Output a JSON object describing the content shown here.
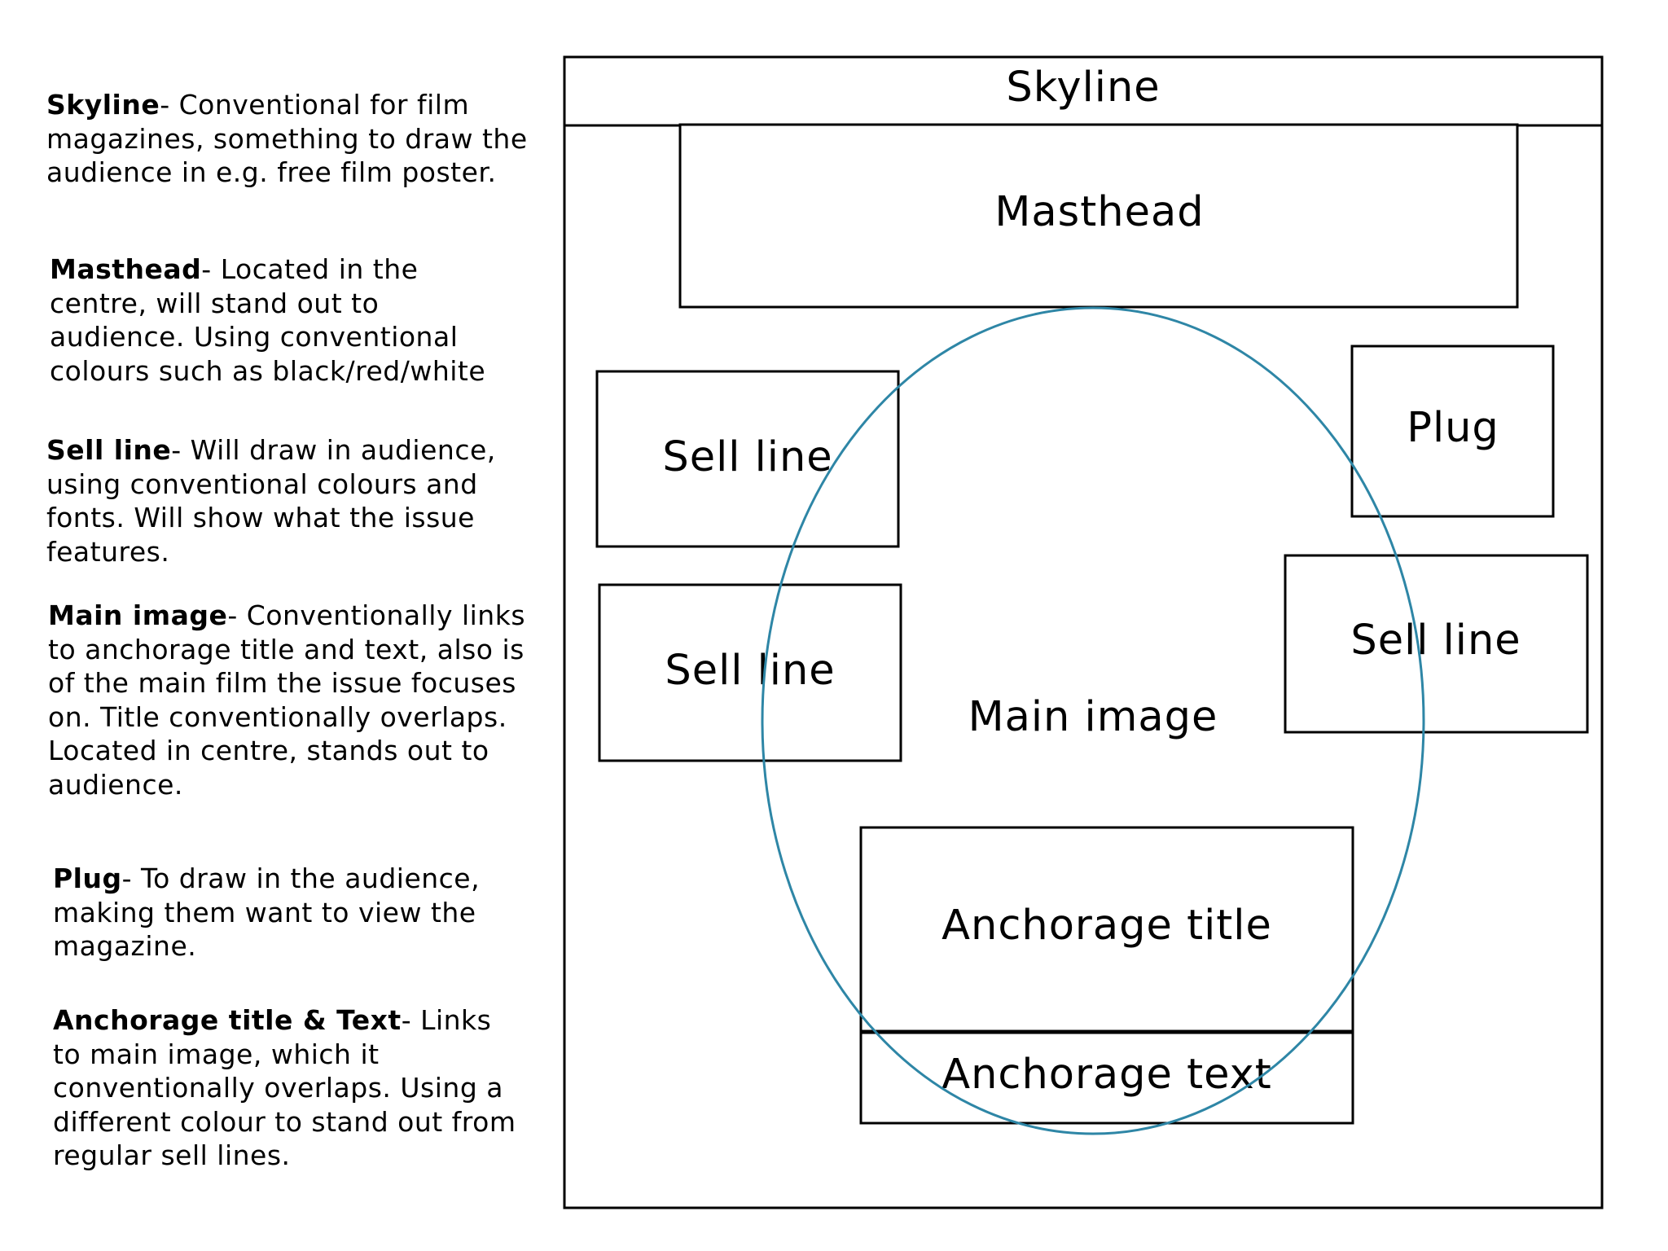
{
  "notes": [
    {
      "term": "Skyline",
      "text": "- Conventional for film magazines, something to draw the audience in e.g. free film poster."
    },
    {
      "term": "Masthead",
      "text": "- Located in the centre, will stand out to audience. Using conventional colours such as black/red/white"
    },
    {
      "term": "Sell line",
      "text": "- Will draw in audience, using conventional colours and fonts. Will show what the issue features."
    },
    {
      "term": "Main image",
      "text": "- Conventionally links to anchorage title and text, also is of the main film the issue focuses on. Title conventionally overlaps. Located in centre, stands out to audience."
    },
    {
      "term": "Plug",
      "text": "- To draw in the audience, making them want to view the magazine."
    },
    {
      "term": "Anchorage title & Text",
      "text": "- Links to main image, which it conventionally overlaps. Using a different colour to stand out from regular sell lines."
    }
  ],
  "layout_labels": {
    "skyline": "Skyline",
    "masthead": "Masthead",
    "sell_line_left_top": "Sell line",
    "sell_line_left_bottom": "Sell line",
    "plug": "Plug",
    "sell_line_right": "Sell line",
    "main_image": "Main image",
    "anchorage_title": "Anchorage title",
    "anchorage_text": "Anchorage text"
  },
  "colors": {
    "outline": "#000000",
    "main_image_ellipse": "#2e86a6",
    "background": "#ffffff"
  }
}
